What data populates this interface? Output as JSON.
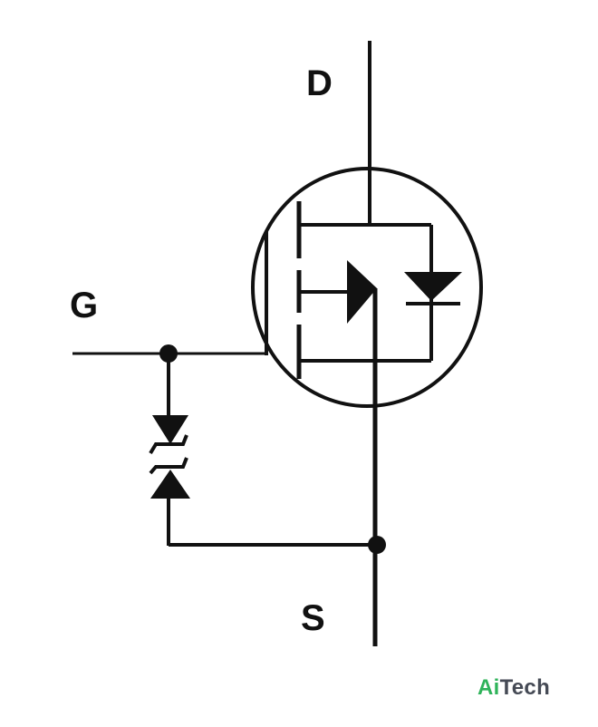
{
  "diagram": {
    "labels": {
      "drain": "D",
      "gate": "G",
      "source": "S"
    },
    "colors": {
      "ink": "#111111",
      "background": "#ffffff"
    }
  },
  "watermark": {
    "part1": "Ai",
    "part2": "Tech",
    "color1": "#2fb35a",
    "color2": "#454a55"
  }
}
